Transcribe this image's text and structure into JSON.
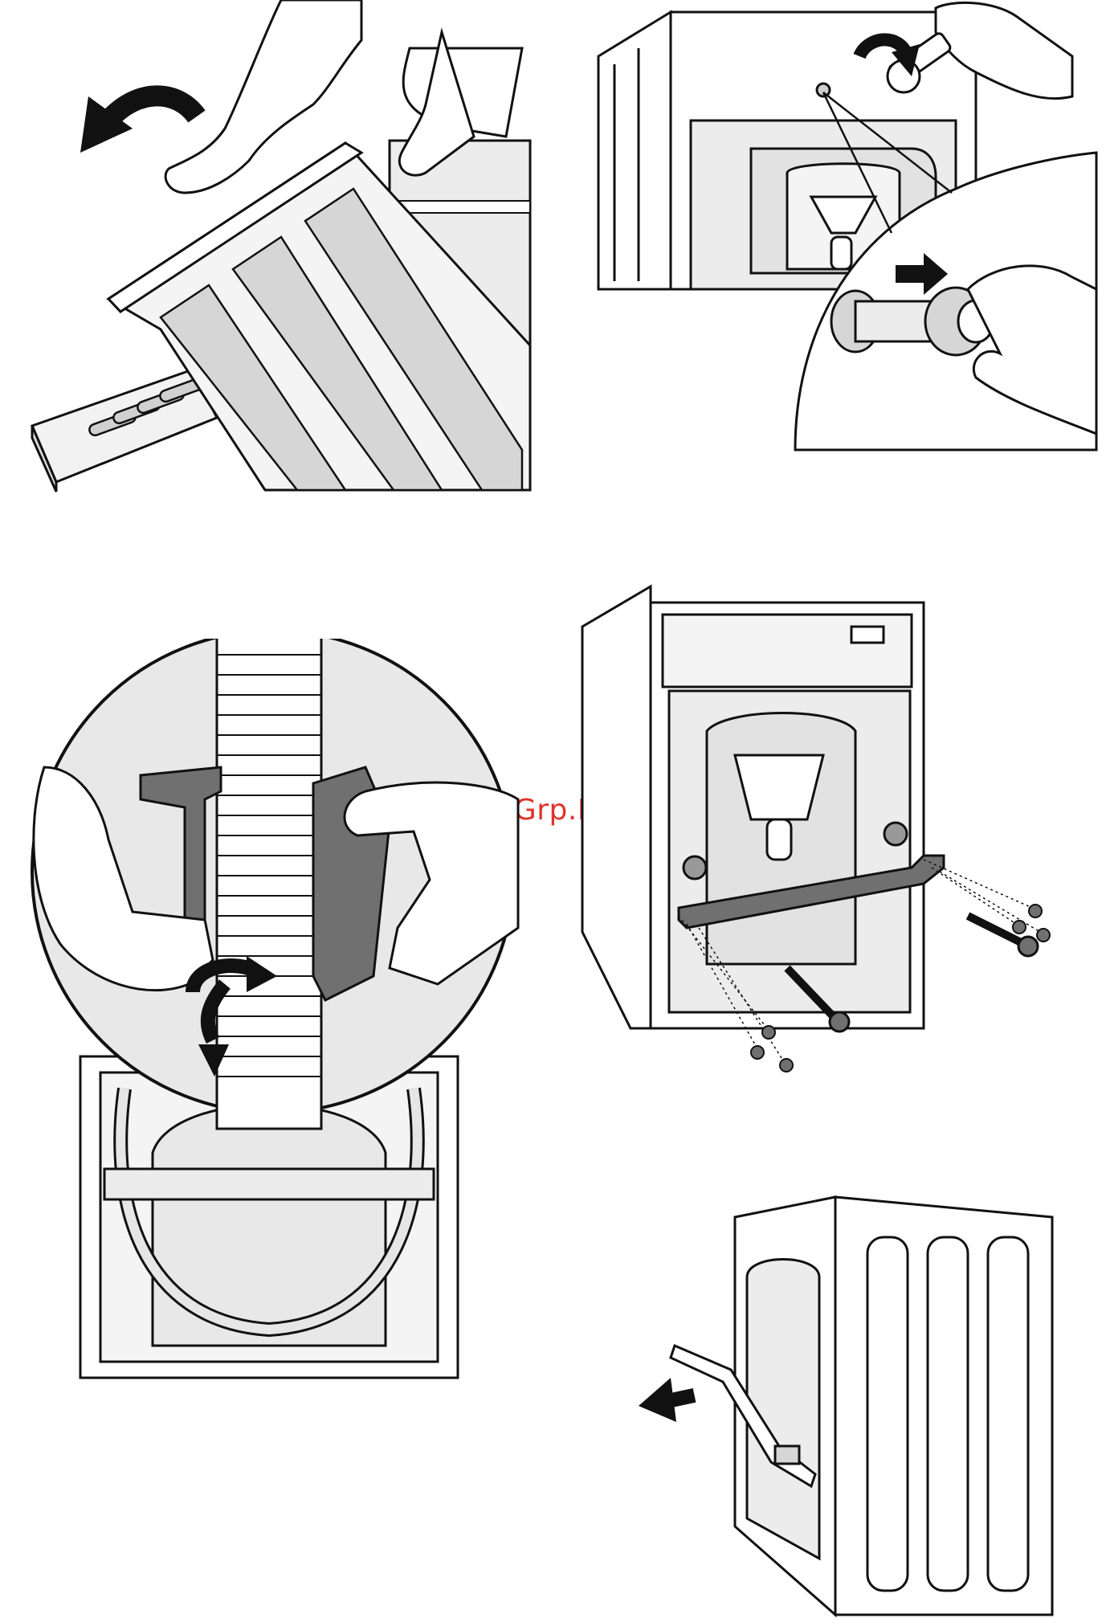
{
  "page": {
    "watermark": "McGrp.Ru"
  },
  "colors": {
    "line": "#111111",
    "fill_light": "#e6e6e6",
    "fill_mid": "#d2d2d2",
    "fill_dark": "#707070",
    "watermark": "#e0342a"
  },
  "figures": [
    {
      "id": "lift-top-cover",
      "icons": [
        "curved-arrow-icon",
        "hand-icon"
      ]
    },
    {
      "id": "remove-transit-bolt",
      "icons": [
        "curved-arrow-icon",
        "right-arrow-icon",
        "hand-icon",
        "wrench-icon"
      ]
    },
    {
      "id": "release-hose-clip",
      "icons": [
        "double-arrow-icon",
        "hand-icon"
      ]
    },
    {
      "id": "remove-bracket-screws",
      "icons": [
        "screw-icon",
        "bolt-icon"
      ]
    },
    {
      "id": "pull-out-bracket",
      "icons": [
        "left-arrow-icon"
      ]
    }
  ]
}
